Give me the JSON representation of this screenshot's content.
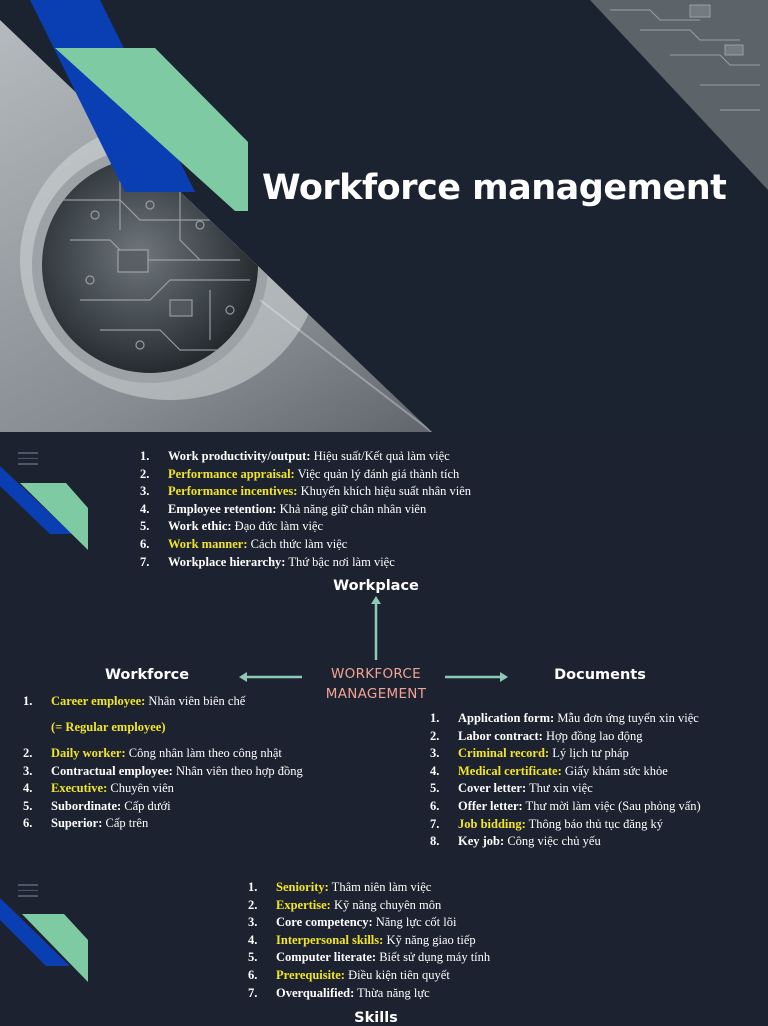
{
  "slide1": {
    "title": "Workforce management"
  },
  "slide2": {
    "performance_list": [
      {
        "num": "1.",
        "term": "Work productivity/output:",
        "desc": " Hiệu suất/Kết quả làm việc",
        "highlight": false
      },
      {
        "num": "2.",
        "term": "Performance appraisal:",
        "desc": " Việc quản lý đánh giá thành tích",
        "highlight": true
      },
      {
        "num": "3.",
        "term": "Performance incentives:",
        "desc": " Khuyến khích hiệu suất nhân viên",
        "highlight": true
      },
      {
        "num": "4.",
        "term": "Employee retention:",
        "desc": " Khả năng giữ chân nhân viên",
        "highlight": false
      },
      {
        "num": "5.",
        "term": "Work ethic:",
        "desc": " Đạo đức làm việc",
        "highlight": false
      },
      {
        "num": "6.",
        "term": "Work manner:",
        "desc": " Cách thức làm việc",
        "highlight": true
      },
      {
        "num": "7.",
        "term": "Workplace hierarchy:",
        "desc": " Thứ bậc nơi làm việc",
        "highlight": false
      }
    ],
    "workplace_heading": "Workplace",
    "workforce_heading": "Workforce",
    "documents_heading": "Documents",
    "center_label_line1": "WORKFORCE",
    "center_label_line2": "MANAGEMENT",
    "workforce_list": [
      {
        "num": "1.",
        "term": "Career employee:",
        "desc": " Nhân viên biên chế",
        "highlight": true
      }
    ],
    "workforce_note": "(= Regular employee)",
    "workforce_list_rest": [
      {
        "num": "2.",
        "term": "Daily worker:",
        "desc": " Công nhân làm theo công nhật",
        "highlight": true
      },
      {
        "num": "3.",
        "term": "Contractual employee:",
        "desc": " Nhân viên theo hợp đồng",
        "highlight": false
      },
      {
        "num": "4.",
        "term": "Executive:",
        "desc": " Chuyên viên",
        "highlight": true
      },
      {
        "num": "5.",
        "term": "Subordinate:",
        "desc": " Cấp dưới",
        "highlight": false
      },
      {
        "num": "6.",
        "term": "Superior:",
        "desc": " Cấp trên",
        "highlight": false
      }
    ],
    "documents_list": [
      {
        "num": "1.",
        "term": "Application form:",
        "desc": " Mẫu đơn ứng tuyển xin việc",
        "highlight": false
      },
      {
        "num": "2.",
        "term": "Labor contract:",
        "desc": " Hợp đồng lao động",
        "highlight": false
      },
      {
        "num": "3.",
        "term": "Criminal record:",
        "desc": " Lý lịch tư pháp",
        "highlight": true
      },
      {
        "num": "4.",
        "term": "Medical certificate:",
        "desc": " Giấy khám sức khỏe",
        "highlight": true
      },
      {
        "num": "5.",
        "term": "Cover letter:",
        "desc": " Thư xin việc",
        "highlight": false
      },
      {
        "num": "6.",
        "term": "Offer letter:",
        "desc": " Thư mời làm việc (Sau phỏng vấn)",
        "highlight": false
      },
      {
        "num": "7.",
        "term": "Job bidding:",
        "desc": " Thông báo thủ tục đăng ký",
        "highlight": true
      },
      {
        "num": "8.",
        "term": "Key job:",
        "desc": " Công việc chủ yếu",
        "highlight": false
      }
    ]
  },
  "slide3": {
    "skills_list": [
      {
        "num": "1.",
        "term": "Seniority:",
        "desc": " Thâm niên làm việc",
        "highlight": true
      },
      {
        "num": "2.",
        "term": "Expertise:",
        "desc": " Kỹ năng chuyên môn",
        "highlight": true
      },
      {
        "num": "3.",
        "term": "Core competency:",
        "desc": " Năng lực cốt lõi",
        "highlight": false
      },
      {
        "num": "4.",
        "term": "Interpersonal skills:",
        "desc": " Kỹ năng giao tiếp",
        "highlight": true
      },
      {
        "num": "5.",
        "term": "Computer literate:",
        "desc": " Biết sử dụng máy tính",
        "highlight": false
      },
      {
        "num": "6.",
        "term": "Prerequisite:",
        "desc": " Điều kiện tiên quyết",
        "highlight": true
      },
      {
        "num": "7.",
        "term": "Overqualified:",
        "desc": " Thừa năng lực",
        "highlight": false
      }
    ],
    "skills_heading": "Skills"
  },
  "colors": {
    "background": "#1c2230",
    "blue": "#0a3fb3",
    "mint": "#7ecba3",
    "highlight": "#f2e529",
    "salmon": "#f1a394",
    "arrow": "#8ec9b6"
  }
}
